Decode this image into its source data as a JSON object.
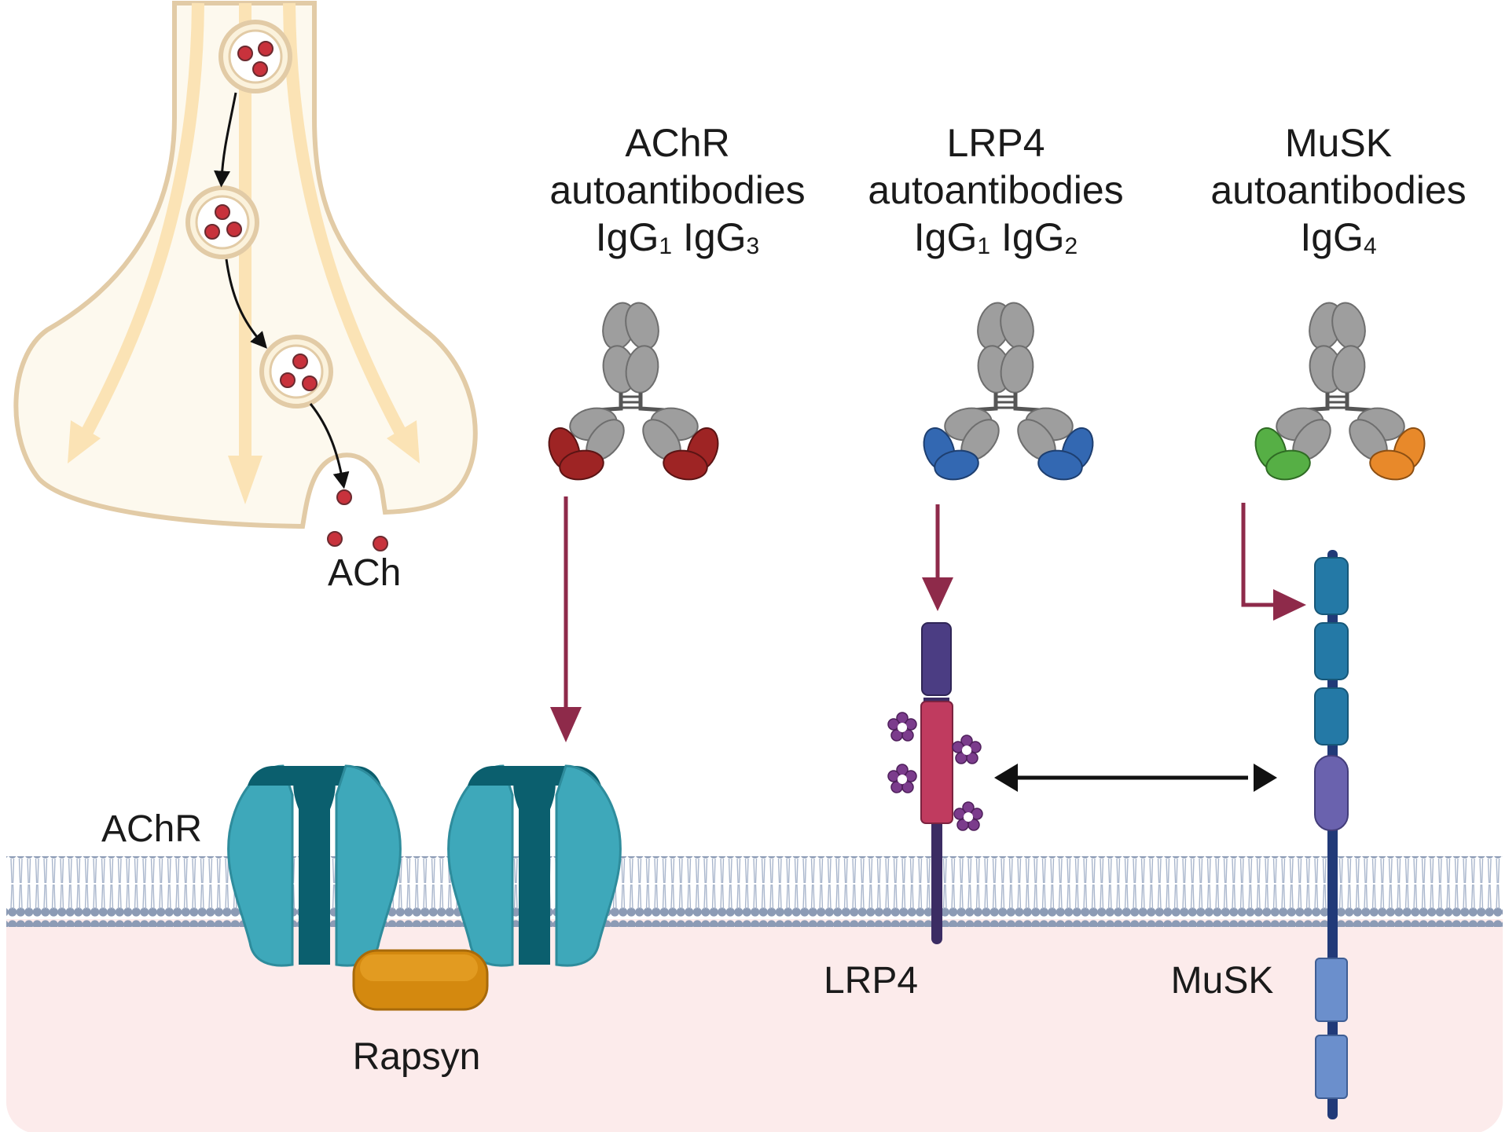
{
  "colors": {
    "membrane_head": "#8C9BB5",
    "cytoplasm": "#FCEBEB",
    "terminal_fill": "#FDF9EE",
    "terminal_outline": "#E2CBA6",
    "vesicle_fill": "#FBF2DC",
    "ach_molecule": "#C8323C",
    "arrow_crimson": "#8E2A4A",
    "achr_light": "#3EA8BA",
    "achr_dark": "#0B5F6E",
    "rapsyn": "#D4890F",
    "lrp4_top": "#4B3D83",
    "lrp4_mid": "#C03B5F",
    "lrp4_stalk": "#3B2C63",
    "musk_ig": "#2479A6",
    "musk_fz": "#6A62AE",
    "musk_kinase": "#6B8FCC",
    "fab_achr": "#9E2424",
    "fab_lrp4": "#3368B2",
    "fab_musk_left": "#56AF45",
    "fab_musk_right": "#E8892A",
    "antibody_gray": "#9E9E9E"
  },
  "labels": {
    "ach": "ACh",
    "achr": "AChR",
    "rapsyn": "Rapsyn",
    "lrp4": "LRP4",
    "musk": "MuSK"
  },
  "antibodies": [
    {
      "line1": "AChR",
      "line2": "autoantibodies",
      "subclass_a": "IgG",
      "sub_a": "1",
      "subclass_b": "IgG",
      "sub_b": "3"
    },
    {
      "line1": "LRP4",
      "line2": "autoantibodies",
      "subclass_a": "IgG",
      "sub_a": "1",
      "subclass_b": "IgG",
      "sub_b": "2"
    },
    {
      "line1": "MuSK",
      "line2": "autoantibodies",
      "subclass_a": "IgG",
      "sub_a": "4"
    }
  ]
}
